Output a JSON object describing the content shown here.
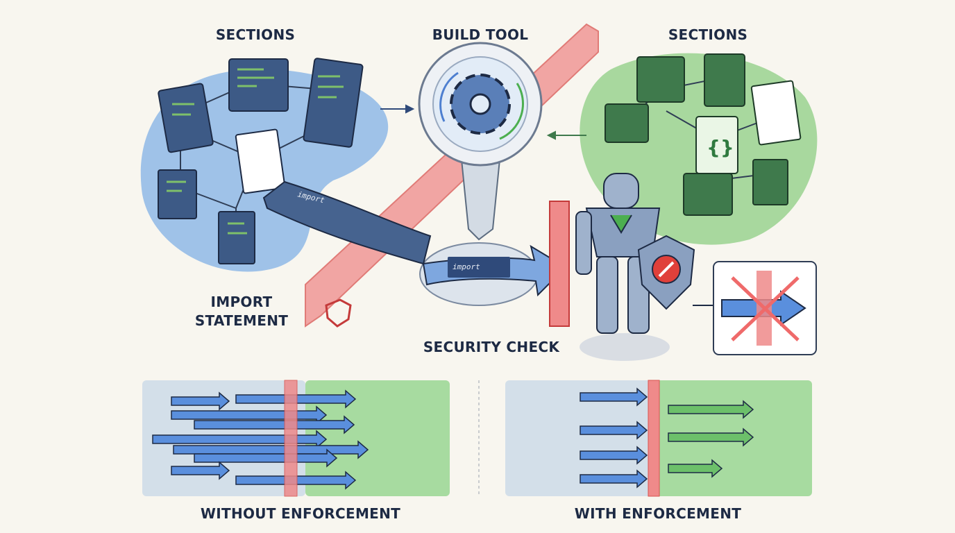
{
  "labels": {
    "sections_left": "SECTIONS",
    "build_tool": "BUILD TOOL",
    "sections_right": "SECTIONS",
    "import_statement_line1": "IMPORT",
    "import_statement_line2": "STATEMENT",
    "security_check": "SECURITY CHECK",
    "without_enforcement": "WITHOUT ENFORCEMENT",
    "with_enforcement": "WITH ENFORCEMENT"
  },
  "code_snippet": {
    "keyword": "import"
  },
  "colors": {
    "background": "#f8f6ef",
    "blue_region": "#8fb8e6",
    "green_region": "#9fd595",
    "barrier_red": "#ef8a8a",
    "text": "#1d2a44",
    "arrow_blue": "#4d7fd0",
    "arrow_green": "#3f9a4e"
  }
}
